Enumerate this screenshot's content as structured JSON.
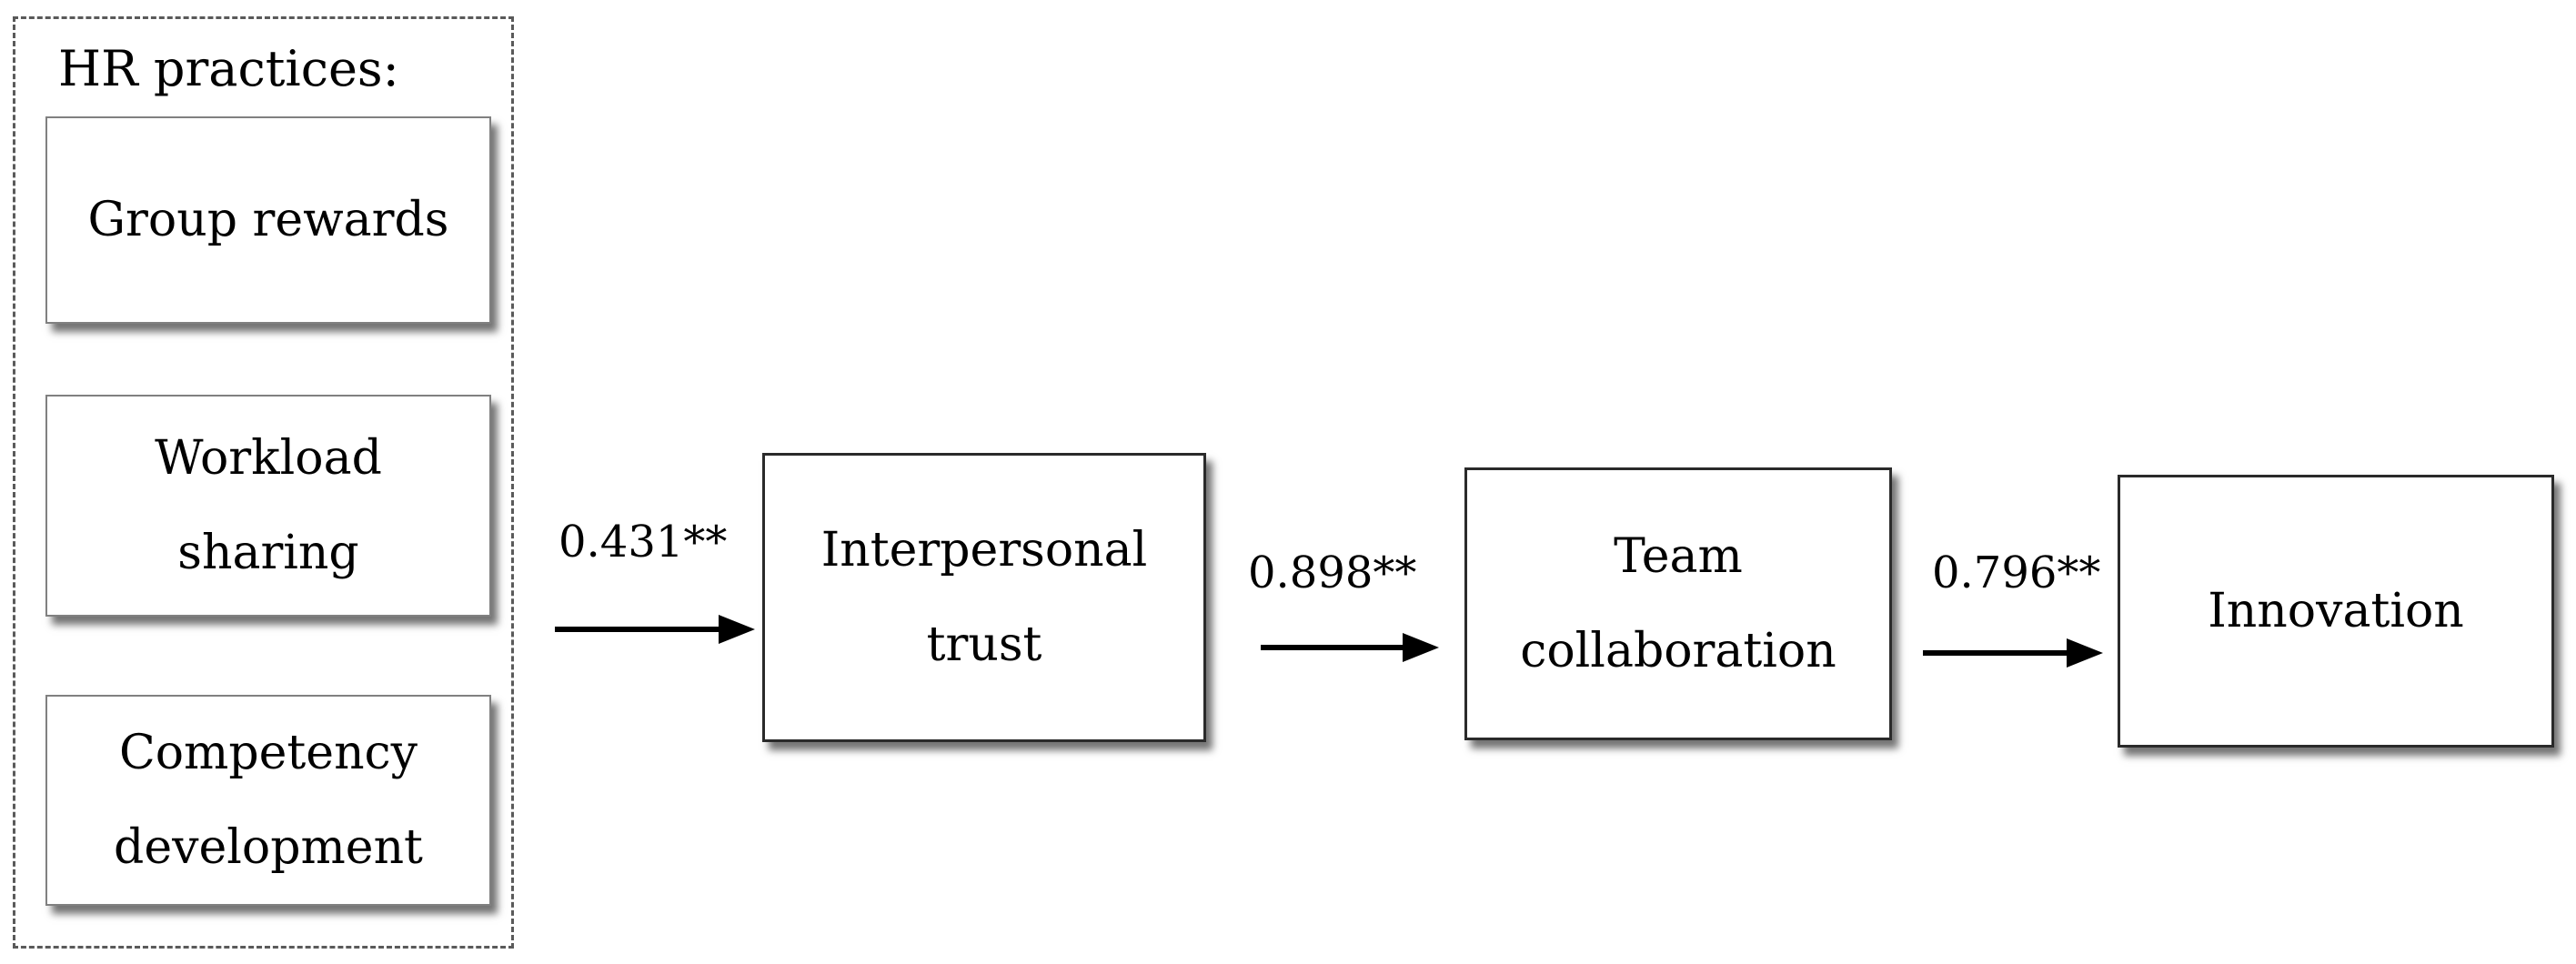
{
  "hr_group": {
    "title": "HR practices:",
    "boxes": [
      {
        "lines": [
          "Group rewards"
        ]
      },
      {
        "lines": [
          "Workload",
          "sharing"
        ]
      },
      {
        "lines": [
          "Competency",
          "development"
        ]
      }
    ]
  },
  "main_boxes": [
    {
      "lines": [
        "Interpersonal",
        "trust"
      ]
    },
    {
      "lines": [
        "Team",
        "collaboration"
      ]
    },
    {
      "lines": [
        "Innovation"
      ]
    }
  ],
  "paths": [
    {
      "coefficient": "0.431**"
    },
    {
      "coefficient": "0.898**"
    },
    {
      "coefficient": "0.796**"
    }
  ],
  "colors": {
    "line": "#000000",
    "dashed_border": "#5a5a5a"
  }
}
